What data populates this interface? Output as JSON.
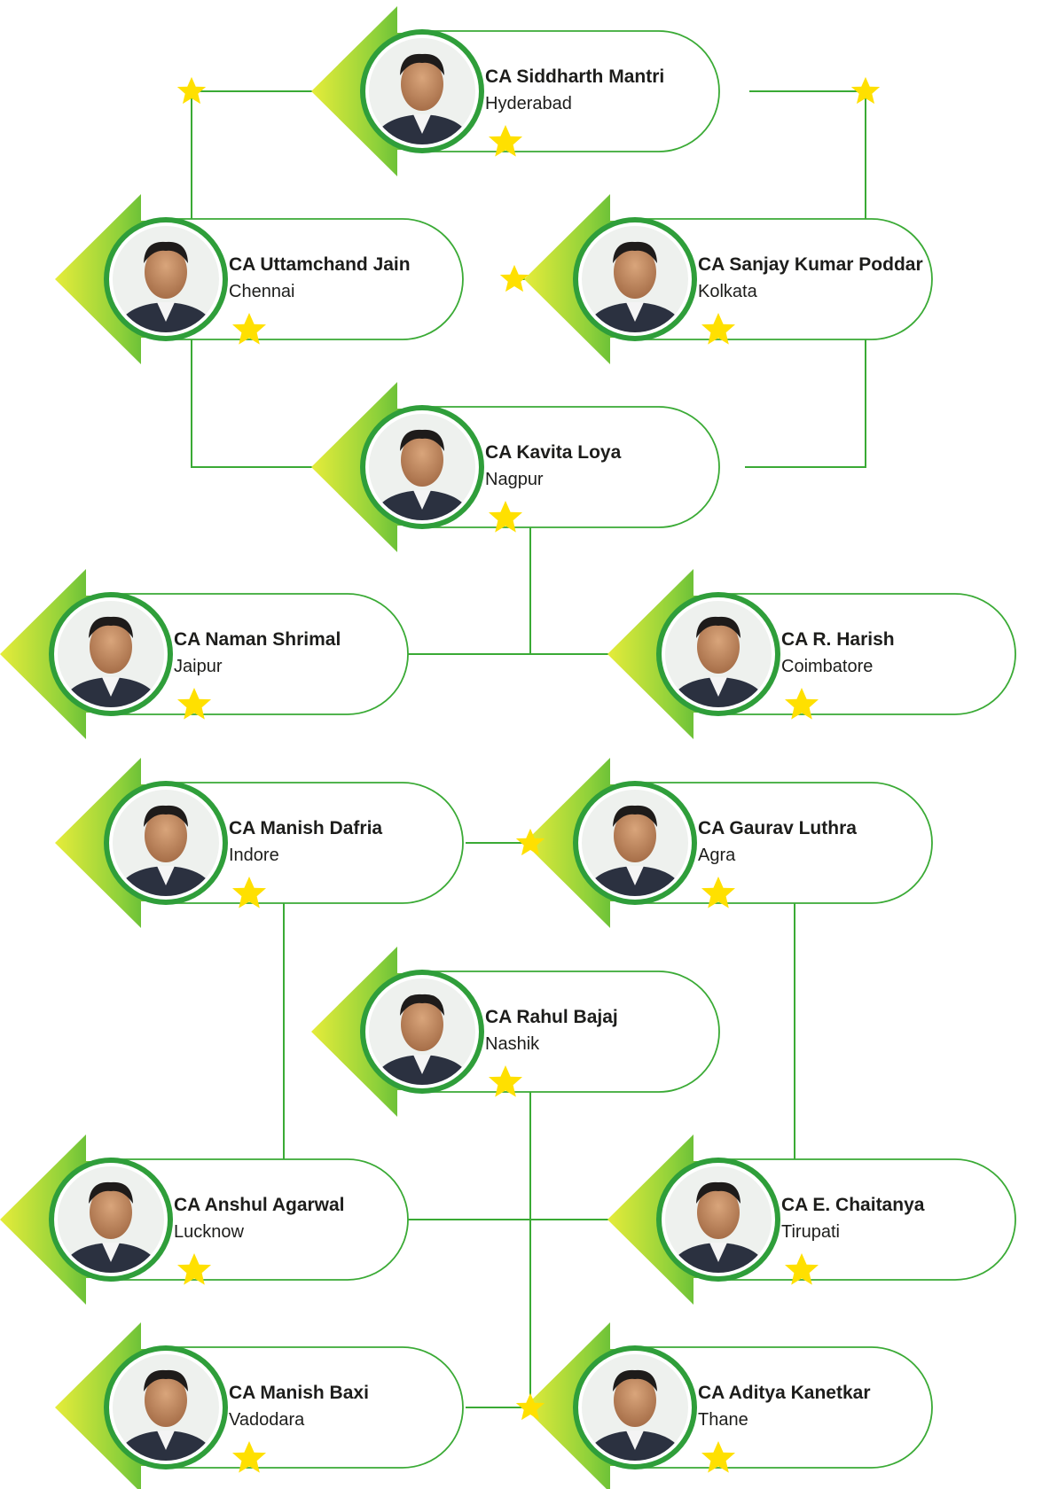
{
  "members": [
    {
      "name": "CA Siddharth Mantri",
      "city": "Hyderabad",
      "icon": "member-avatar-icon"
    },
    {
      "name": "CA Uttamchand Jain",
      "city": "Chennai",
      "icon": "member-avatar-icon"
    },
    {
      "name": "CA Sanjay Kumar Poddar",
      "city": "Kolkata",
      "icon": "member-avatar-icon"
    },
    {
      "name": "CA Kavita Loya",
      "city": "Nagpur",
      "icon": "member-avatar-icon"
    },
    {
      "name": "CA Naman Shrimal",
      "city": "Jaipur",
      "icon": "member-avatar-icon"
    },
    {
      "name": "CA R. Harish",
      "city": "Coimbatore",
      "icon": "member-avatar-icon"
    },
    {
      "name": "CA Manish Dafria",
      "city": "Indore",
      "icon": "member-avatar-icon"
    },
    {
      "name": "CA Gaurav Luthra",
      "city": "Agra",
      "icon": "member-avatar-icon"
    },
    {
      "name": "CA Rahul Bajaj",
      "city": "Nashik",
      "icon": "member-avatar-icon"
    },
    {
      "name": "CA Anshul Agarwal",
      "city": "Lucknow",
      "icon": "member-avatar-icon"
    },
    {
      "name": "CA E. Chaitanya",
      "city": "Tirupati",
      "icon": "member-avatar-icon"
    },
    {
      "name": "CA Manish Baxi",
      "city": "Vadodara",
      "icon": "member-avatar-icon"
    },
    {
      "name": "CA Aditya Kanetkar",
      "city": "Thane",
      "icon": "member-avatar-icon"
    }
  ],
  "colors": {
    "arrow_dark": "#3aaa35",
    "arrow_light": "#e6ec3a",
    "ring": "#2f9e3a",
    "connector": "#3aaa35",
    "star": "#ffe000",
    "text": "#1d1d1b"
  }
}
